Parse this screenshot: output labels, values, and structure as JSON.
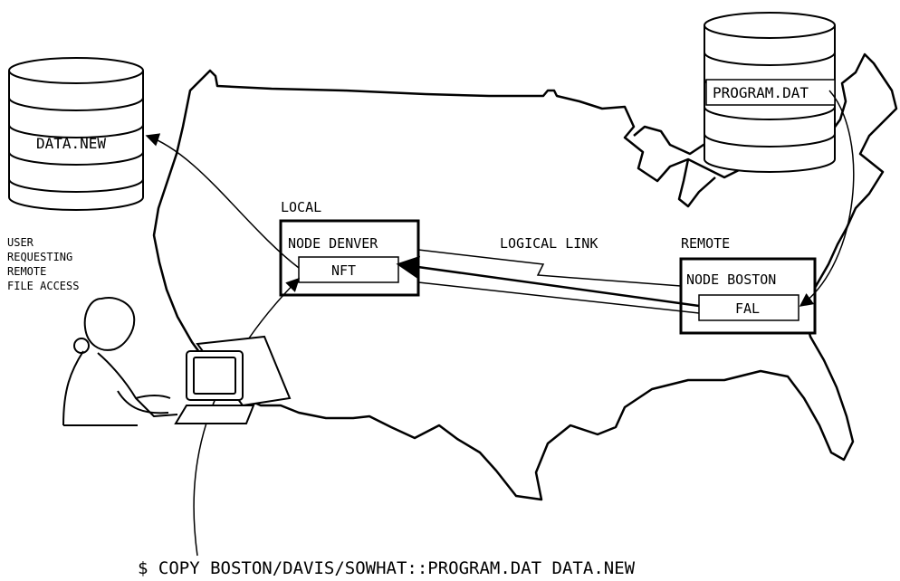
{
  "left_db": {
    "label": "DATA.NEW"
  },
  "right_db": {
    "label": "PROGRAM.DAT"
  },
  "user_caption": [
    "USER",
    "REQUESTING",
    "REMOTE",
    "FILE ACCESS"
  ],
  "local_node": {
    "tag": "LOCAL",
    "name": "NODE DENVER",
    "process": "NFT"
  },
  "remote_node": {
    "tag": "REMOTE",
    "name": "NODE BOSTON",
    "process": "FAL"
  },
  "link_label": "LOGICAL LINK",
  "command": "$ COPY BOSTON/DAVIS/SOWHAT::PROGRAM.DAT DATA.NEW"
}
